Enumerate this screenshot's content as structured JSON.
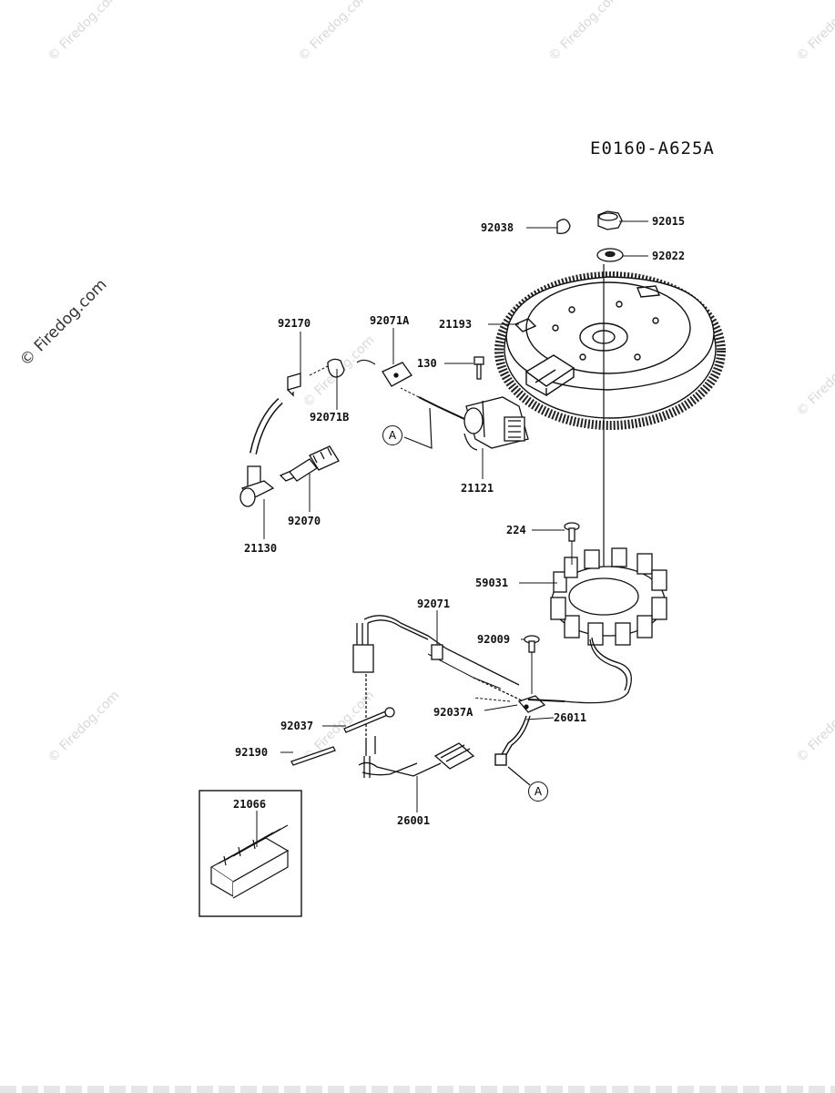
{
  "title": "E0160-A625A",
  "watermark": {
    "main": "© Firedog.com",
    "small": "© Firedog.com"
  },
  "circle_marker": "A",
  "parts": {
    "p92038": "92038",
    "p92015": "92015",
    "p92022": "92022",
    "p21193": "21193",
    "p92170": "92170",
    "p92071A": "92071A",
    "p130": "130",
    "p92071B": "92071B",
    "p21121": "21121",
    "p92070": "92070",
    "p21130": "21130",
    "p224": "224",
    "p59031": "59031",
    "p92071": "92071",
    "p92009": "92009",
    "p92037A": "92037A",
    "p92037": "92037",
    "p26011": "26011",
    "p92190": "92190",
    "p26001": "26001",
    "p21066": "21066"
  }
}
